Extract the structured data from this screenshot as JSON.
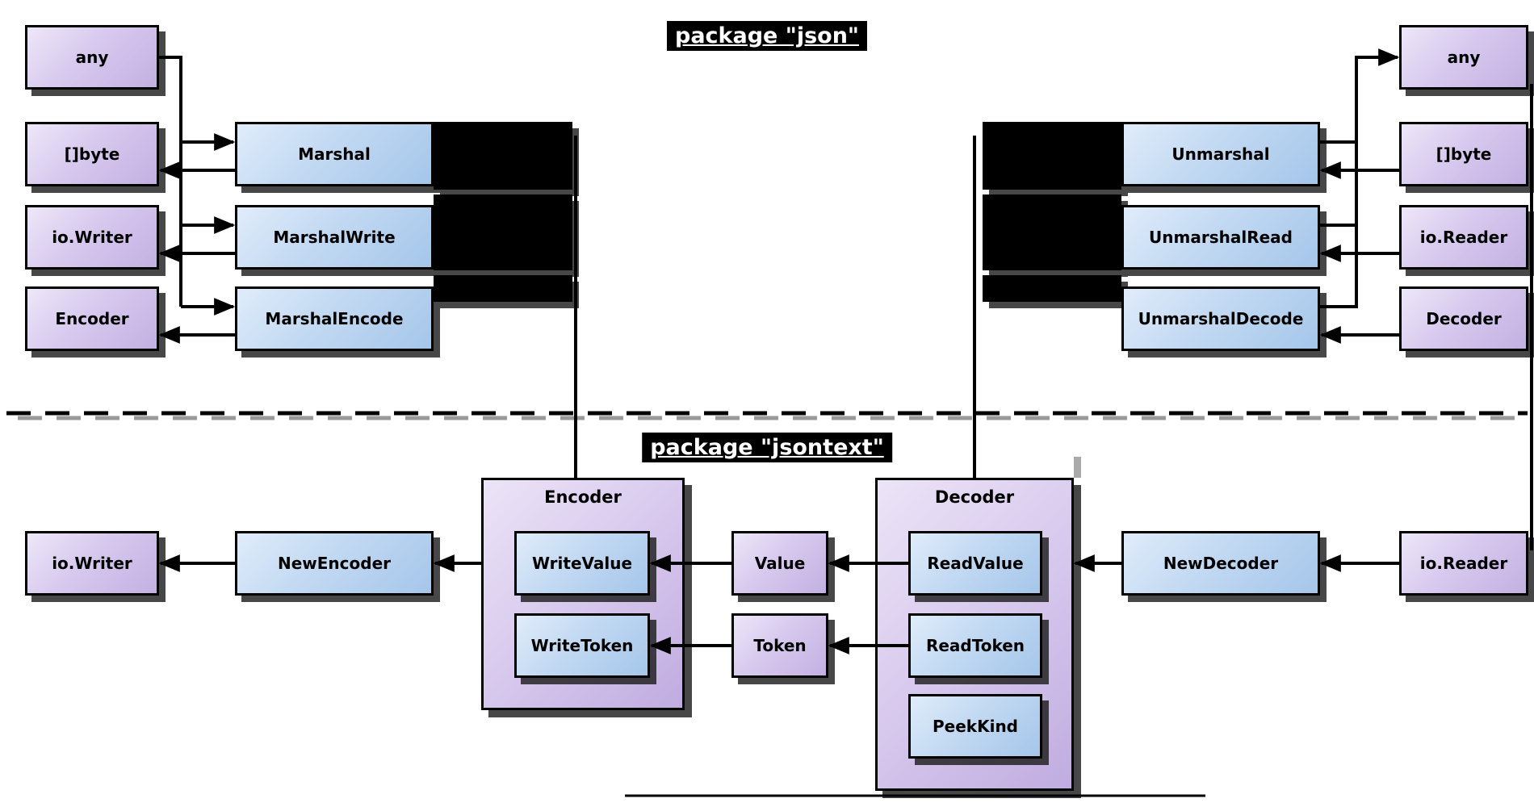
{
  "titles": {
    "json": "package \"json\"",
    "jsontext": "package \"jsontext\""
  },
  "json_pkg": {
    "left_types": [
      "any",
      "[]byte",
      "io.Writer",
      "Encoder"
    ],
    "marshal_funcs": [
      "Marshal",
      "MarshalWrite",
      "MarshalEncode"
    ],
    "unmarshal_funcs": [
      "Unmarshal",
      "UnmarshalRead",
      "UnmarshalDecode"
    ],
    "right_types": [
      "any",
      "[]byte",
      "io.Reader",
      "Decoder"
    ]
  },
  "jsontext_pkg": {
    "writer_type": "io.Writer",
    "reader_type": "io.Reader",
    "new_encoder": "NewEncoder",
    "new_decoder": "NewDecoder",
    "encoder": {
      "title": "Encoder",
      "methods": [
        "WriteValue",
        "WriteToken"
      ]
    },
    "decoder": {
      "title": "Decoder",
      "methods": [
        "ReadValue",
        "ReadToken",
        "PeekKind"
      ]
    },
    "value_type": "Value",
    "token_type": "Token"
  },
  "colors": {
    "type_box": "#c9b7e6",
    "func_box": "#aecbea",
    "line": "#000000",
    "divider_shadow": "#999999",
    "redacted_block": "#000000"
  }
}
